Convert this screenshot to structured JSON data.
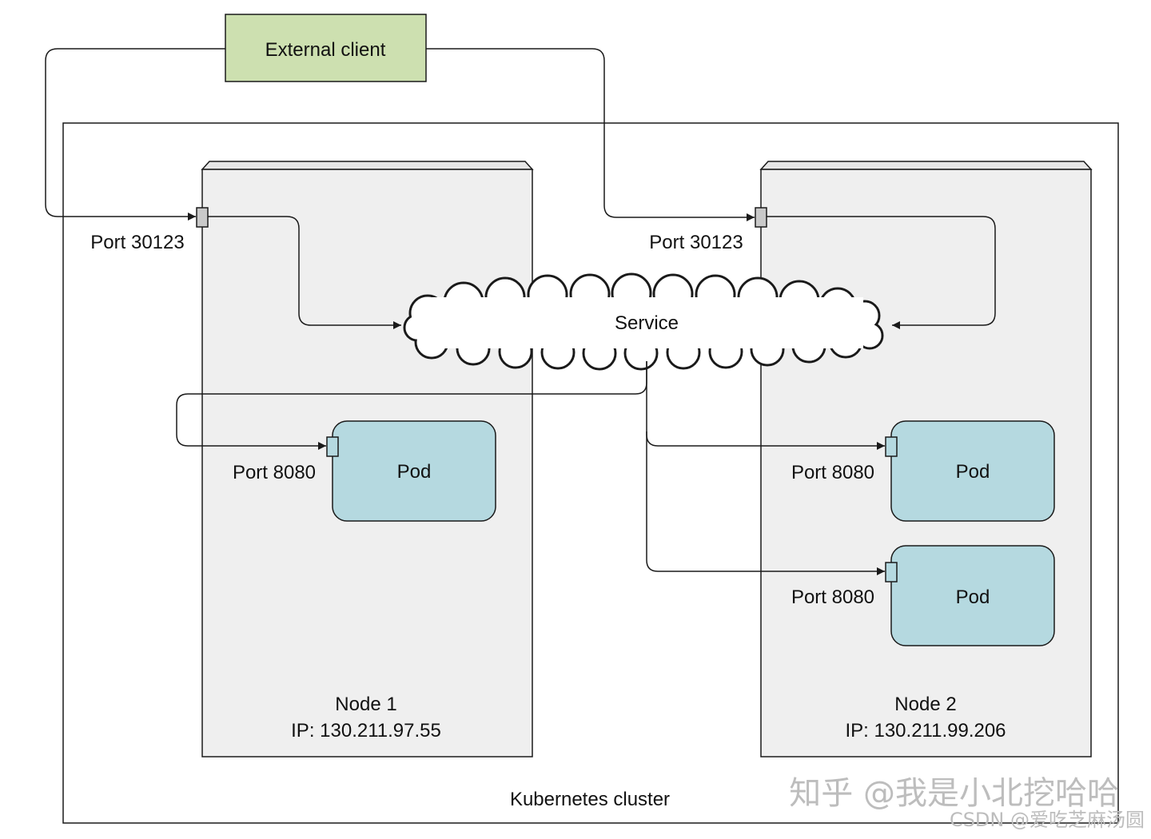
{
  "external_client": {
    "label": "External client"
  },
  "cluster": {
    "label": "Kubernetes cluster"
  },
  "service": {
    "label": "Service"
  },
  "nodes": [
    {
      "name": "Node 1",
      "ip": "IP: 130.211.97.55",
      "port": "Port 30123",
      "pods": [
        {
          "label": "Pod",
          "port": "Port 8080"
        }
      ]
    },
    {
      "name": "Node 2",
      "ip": "IP: 130.211.99.206",
      "port": "Port 30123",
      "pods": [
        {
          "label": "Pod",
          "port": "Port 8080"
        },
        {
          "label": "Pod",
          "port": "Port 8080"
        }
      ]
    }
  ],
  "watermark": {
    "primary": "知乎 @我是小北挖哈哈",
    "secondary": "CSDN @爱吃芝麻汤圆"
  },
  "colors": {
    "client_fill": "#cde0b0",
    "node_fill": "#efefef",
    "pod_fill": "#b5d9e0",
    "port_nodeport": "#c9c9c9",
    "port_pod": "#b5d9e0"
  }
}
